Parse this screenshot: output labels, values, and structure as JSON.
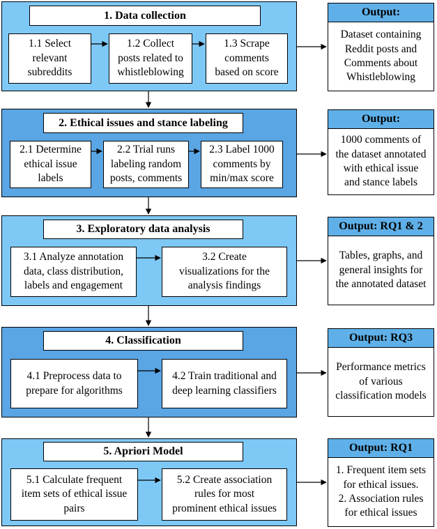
{
  "colors": {
    "stage_light": "#7ec8f5",
    "stage_dark": "#5aa5e4",
    "output_header": "#5fb0e8",
    "border": "#000000"
  },
  "stages": [
    {
      "title": "1. Data collection",
      "steps": [
        {
          "lines": [
            "1.1 Select",
            "relevant",
            "subreddits"
          ]
        },
        {
          "lines": [
            "1.2 Collect",
            "posts related to",
            "whistleblowing"
          ]
        },
        {
          "lines": [
            "1.3 Scrape",
            "comments",
            "based on score"
          ]
        }
      ],
      "output": {
        "header": "Output:",
        "lines": [
          "Dataset containing",
          "Reddit posts and",
          "Comments about",
          "Whistleblowing"
        ]
      }
    },
    {
      "title": "2. Ethical issues and stance labeling",
      "steps": [
        {
          "lines": [
            "2.1 Determine",
            "ethical issue",
            "labels"
          ]
        },
        {
          "lines": [
            "2.2 Trial runs",
            "labeling random",
            "posts, comments"
          ]
        },
        {
          "lines": [
            "2.3 Label 1000",
            "comments by",
            "min/max score"
          ]
        }
      ],
      "output": {
        "header": "Output:",
        "lines": [
          "1000 comments of",
          "the dataset annotated",
          "with ethical issue",
          "and stance labels"
        ]
      }
    },
    {
      "title": "3. Exploratory data analysis",
      "steps": [
        {
          "lines": [
            "3.1 Analyze annotation",
            "data, class distribution,",
            "labels and engagement"
          ]
        },
        {
          "lines": [
            "3.2 Create",
            "visualizations for the",
            "analysis findings"
          ]
        }
      ],
      "output": {
        "header": "Output: RQ1 & 2",
        "lines": [
          "Tables, graphs, and",
          "general insights for",
          "the annotated dataset"
        ]
      }
    },
    {
      "title": "4. Classification",
      "steps": [
        {
          "lines": [
            "4.1 Preprocess data to",
            "prepare for algorithms"
          ]
        },
        {
          "lines": [
            "4.2 Train traditional and",
            "deep learning classifiers"
          ]
        }
      ],
      "output": {
        "header": "Output: RQ3",
        "lines": [
          "Performance metrics",
          "of various",
          "classification models"
        ]
      }
    },
    {
      "title": "5. Apriori Model",
      "steps": [
        {
          "lines": [
            "5.1 Calculate frequent",
            "item sets of ethical issue",
            "pairs"
          ]
        },
        {
          "lines": [
            "5.2 Create association",
            "rules for most",
            "prominent ethical issues"
          ]
        }
      ],
      "output": {
        "header": "Output: RQ1",
        "lines": [
          "1. Frequent item sets",
          "for ethical issues.",
          "2. Association rules",
          "for ethical issues"
        ]
      }
    }
  ]
}
